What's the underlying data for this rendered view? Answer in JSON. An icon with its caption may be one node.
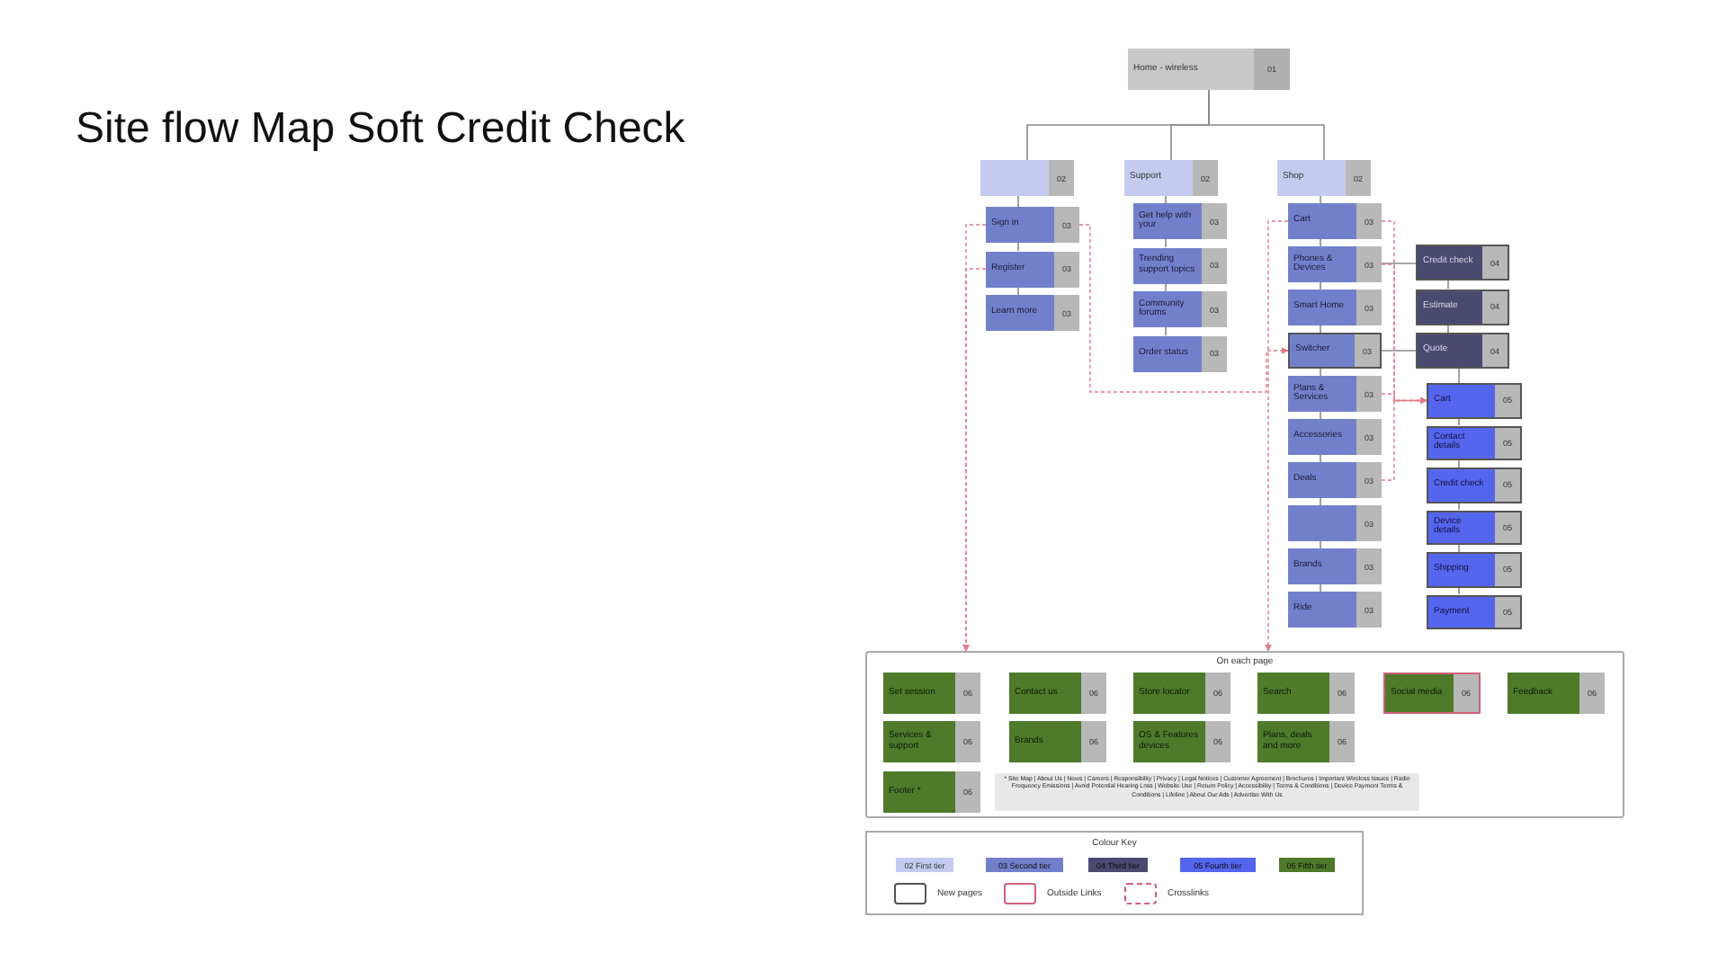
{
  "diagram": {
    "title": "Site flow Map Soft Credit Check",
    "nodes": [
      {
        "text": [
          "Home - wireless",
          "01"
        ]
      },
      {
        "text": [
          "02"
        ]
      },
      {
        "text": [
          "Support",
          "02"
        ]
      },
      {
        "text": [
          "Shop",
          "02"
        ]
      },
      {
        "text": [
          "Sign in",
          "03"
        ]
      },
      {
        "text": [
          "Register",
          "03"
        ]
      },
      {
        "text": [
          "Learn more",
          "03"
        ]
      },
      {
        "text": [
          "Get help with your",
          "03"
        ]
      },
      {
        "text": [
          "Trending support topics",
          "03"
        ]
      },
      {
        "text": [
          "Community forums",
          "03"
        ]
      },
      {
        "text": [
          "Order status",
          "03"
        ]
      },
      {
        "text": [
          "Cart",
          "03"
        ]
      },
      {
        "text": [
          "Phones & Devices",
          "03"
        ]
      },
      {
        "text": [
          "Smart Home",
          "03"
        ]
      },
      {
        "text": [
          "Switcher",
          "03"
        ]
      },
      {
        "text": [
          "Plans & Services",
          "03"
        ]
      },
      {
        "text": [
          "Accessories",
          "03"
        ]
      },
      {
        "text": [
          "Deals",
          "03"
        ]
      },
      {
        "text": [
          "03"
        ]
      },
      {
        "text": [
          "Brands",
          "03"
        ]
      },
      {
        "text": [
          "Ride",
          "03"
        ]
      },
      {
        "text": [
          "Credit check",
          "04"
        ]
      },
      {
        "text": [
          "Estimate",
          "04"
        ]
      },
      {
        "text": [
          "Quote",
          "04"
        ]
      },
      {
        "text": [
          "Cart",
          "05"
        ]
      },
      {
        "text": [
          "Contact details",
          "05"
        ]
      },
      {
        "text": [
          "Credit check",
          "05"
        ]
      },
      {
        "text": [
          "Device details",
          "05"
        ]
      },
      {
        "text": [
          "Shipping",
          "05"
        ]
      },
      {
        "text": [
          "Payment",
          "05"
        ]
      },
      {
        "text": [
          "On each page"
        ]
      },
      {
        "text": [
          "Set session",
          "06"
        ],
        "in": 30
      },
      {
        "text": [
          "Contact us",
          "06"
        ],
        "in": 30
      },
      {
        "text": [
          "Store locator",
          "06"
        ],
        "in": 30
      },
      {
        "text": [
          "Search",
          "06"
        ],
        "in": 30
      },
      {
        "text": [
          "Social media",
          "06"
        ],
        "in": 30
      },
      {
        "text": [
          "Feedback",
          "06"
        ],
        "in": 30
      },
      {
        "text": [
          "Services & support",
          "06"
        ],
        "in": 30
      },
      {
        "text": [
          "Brands",
          "06"
        ],
        "in": 30
      },
      {
        "text": [
          "OS & Features devices",
          "06"
        ],
        "in": 30
      },
      {
        "text": [
          "Plans, deals and more",
          "06"
        ],
        "in": 30
      },
      {
        "text": [
          "Footer *",
          "06"
        ],
        "in": 30
      },
      {
        "text": [
          "* Site Map | About Us | News | Careers | Responsibility | Privacy | Legal Notices | Customer Agreement | Brochures | Important Wireless Issues | Radio Frequency Emissions | Avoid Potential Hearing Loss | Website Use | Return Policy | Accessibility | Terms & Conditions | Device Payment Terms & Conditions | Lifeline | About Our Ads | Advertise With Us"
        ],
        "in": 30
      }
    ],
    "edges": [
      {
        "from": 0,
        "to": 1,
        "arrow": "none"
      },
      {
        "from": 0,
        "to": 2,
        "arrow": "none"
      },
      {
        "from": 0,
        "to": 3,
        "arrow": "none"
      },
      {
        "from": 1,
        "to": 4,
        "arrow": "none"
      },
      {
        "from": 4,
        "to": 5,
        "arrow": "none"
      },
      {
        "from": 5,
        "to": 6,
        "arrow": "none"
      },
      {
        "from": 2,
        "to": 7,
        "arrow": "none"
      },
      {
        "from": 7,
        "to": 8,
        "arrow": "none"
      },
      {
        "from": 8,
        "to": 9,
        "arrow": "none"
      },
      {
        "from": 9,
        "to": 10,
        "arrow": "none"
      },
      {
        "from": 3,
        "to": 11,
        "arrow": "none"
      },
      {
        "from": 11,
        "to": 12,
        "arrow": "none"
      },
      {
        "from": 12,
        "to": 13,
        "arrow": "none"
      },
      {
        "from": 13,
        "to": 14,
        "arrow": "none"
      },
      {
        "from": 14,
        "to": 15,
        "arrow": "none"
      },
      {
        "from": 15,
        "to": 16,
        "arrow": "none"
      },
      {
        "from": 16,
        "to": 17,
        "arrow": "none"
      },
      {
        "from": 17,
        "to": 18,
        "arrow": "none"
      },
      {
        "from": 18,
        "to": 19,
        "arrow": "none"
      },
      {
        "from": 19,
        "to": 20,
        "arrow": "none"
      },
      {
        "from": 12,
        "to": 21,
        "arrow": "none"
      },
      {
        "from": 21,
        "to": 22,
        "arrow": "none"
      },
      {
        "from": 22,
        "to": 23,
        "arrow": "none"
      },
      {
        "from": 14,
        "to": 23,
        "arrow": "none"
      },
      {
        "from": 23,
        "to": 24,
        "arrow": "none"
      },
      {
        "from": 24,
        "to": 25,
        "arrow": "none"
      },
      {
        "from": 25,
        "to": 26,
        "arrow": "none"
      },
      {
        "from": 26,
        "to": 27,
        "arrow": "none"
      },
      {
        "from": 27,
        "to": 28,
        "arrow": "none"
      },
      {
        "from": 28,
        "to": 29,
        "arrow": "none"
      },
      {
        "from": 4,
        "to": 30,
        "arrow": "to",
        "style": "dashed",
        "color": "#e07a8a"
      },
      {
        "from": 4,
        "to": 14,
        "arrow": "to",
        "style": "dashed",
        "color": "#e07a8a"
      },
      {
        "from": 11,
        "to": 30,
        "arrow": "to",
        "style": "dashed",
        "color": "#e07a8a"
      },
      {
        "from": 11,
        "to": 24,
        "arrow": "to",
        "style": "dashed",
        "color": "#e07a8a"
      },
      {
        "from": 12,
        "to": 24,
        "arrow": "to",
        "style": "dashed",
        "color": "#e07a8a"
      },
      {
        "from": 15,
        "to": 24,
        "arrow": "to",
        "style": "dashed",
        "color": "#e07a8a"
      },
      {
        "from": 17,
        "to": 24,
        "arrow": "to",
        "style": "dashed",
        "color": "#e07a8a"
      },
      {
        "from": 5,
        "to": 30,
        "arrow": "to",
        "style": "dashed",
        "color": "#e07a8a"
      }
    ],
    "labels": [
      "Colour Key"
    ],
    "legend": [
      {
        "text": "02 First tier",
        "color": "#c5cbf0"
      },
      {
        "text": "03 Second tier",
        "color": "#7280cc"
      },
      {
        "text": "04 Third tier",
        "color": "#4a4a70"
      },
      {
        "text": "05 Fourth tier",
        "color": "#5566ee"
      },
      {
        "text": "06 Fifth tier",
        "color": "#4e7a2a"
      },
      {
        "text": "New pages"
      },
      {
        "text": "Outside Links"
      },
      {
        "text": "Crosslinks"
      }
    ]
  }
}
